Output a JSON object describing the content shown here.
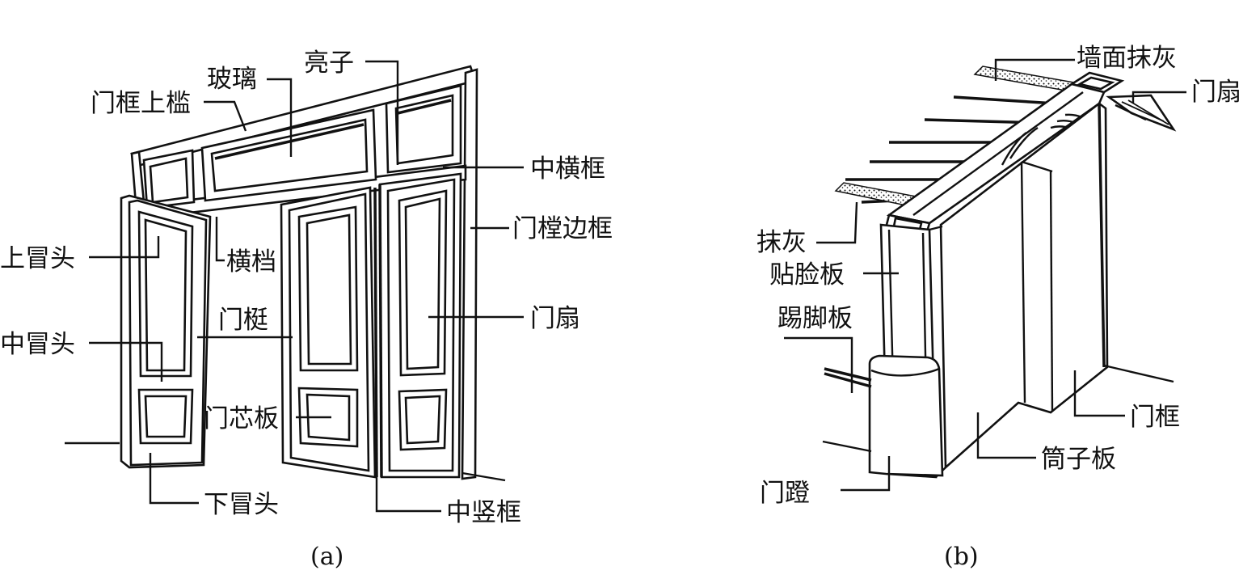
{
  "diagram_a": {
    "caption": "(a)",
    "labels": {
      "liangzi": "亮子",
      "boli": "玻璃",
      "menkuang_shangjian": "门框上槛",
      "zhong_hengkuang": "中横框",
      "menchen_biankuang": "门樘边框",
      "shang_maotou": "上冒头",
      "hengdang": "横档",
      "mentng": "门梃",
      "menshan": "门扇",
      "zhong_maotou": "中冒头",
      "menxinban": "门芯板",
      "xia_maotou": "下冒头",
      "zhong_shukuang": "中竖框"
    }
  },
  "diagram_b": {
    "caption": "(b)",
    "labels": {
      "qiangmian_mohui": "墙面抹灰",
      "menshan": "门扇",
      "mohui": "抹灰",
      "tielianban": "贴脸板",
      "tijiaoban": "踢脚板",
      "menkuang": "门框",
      "tongziban": "筒子板",
      "mendeng": "门蹬"
    }
  }
}
